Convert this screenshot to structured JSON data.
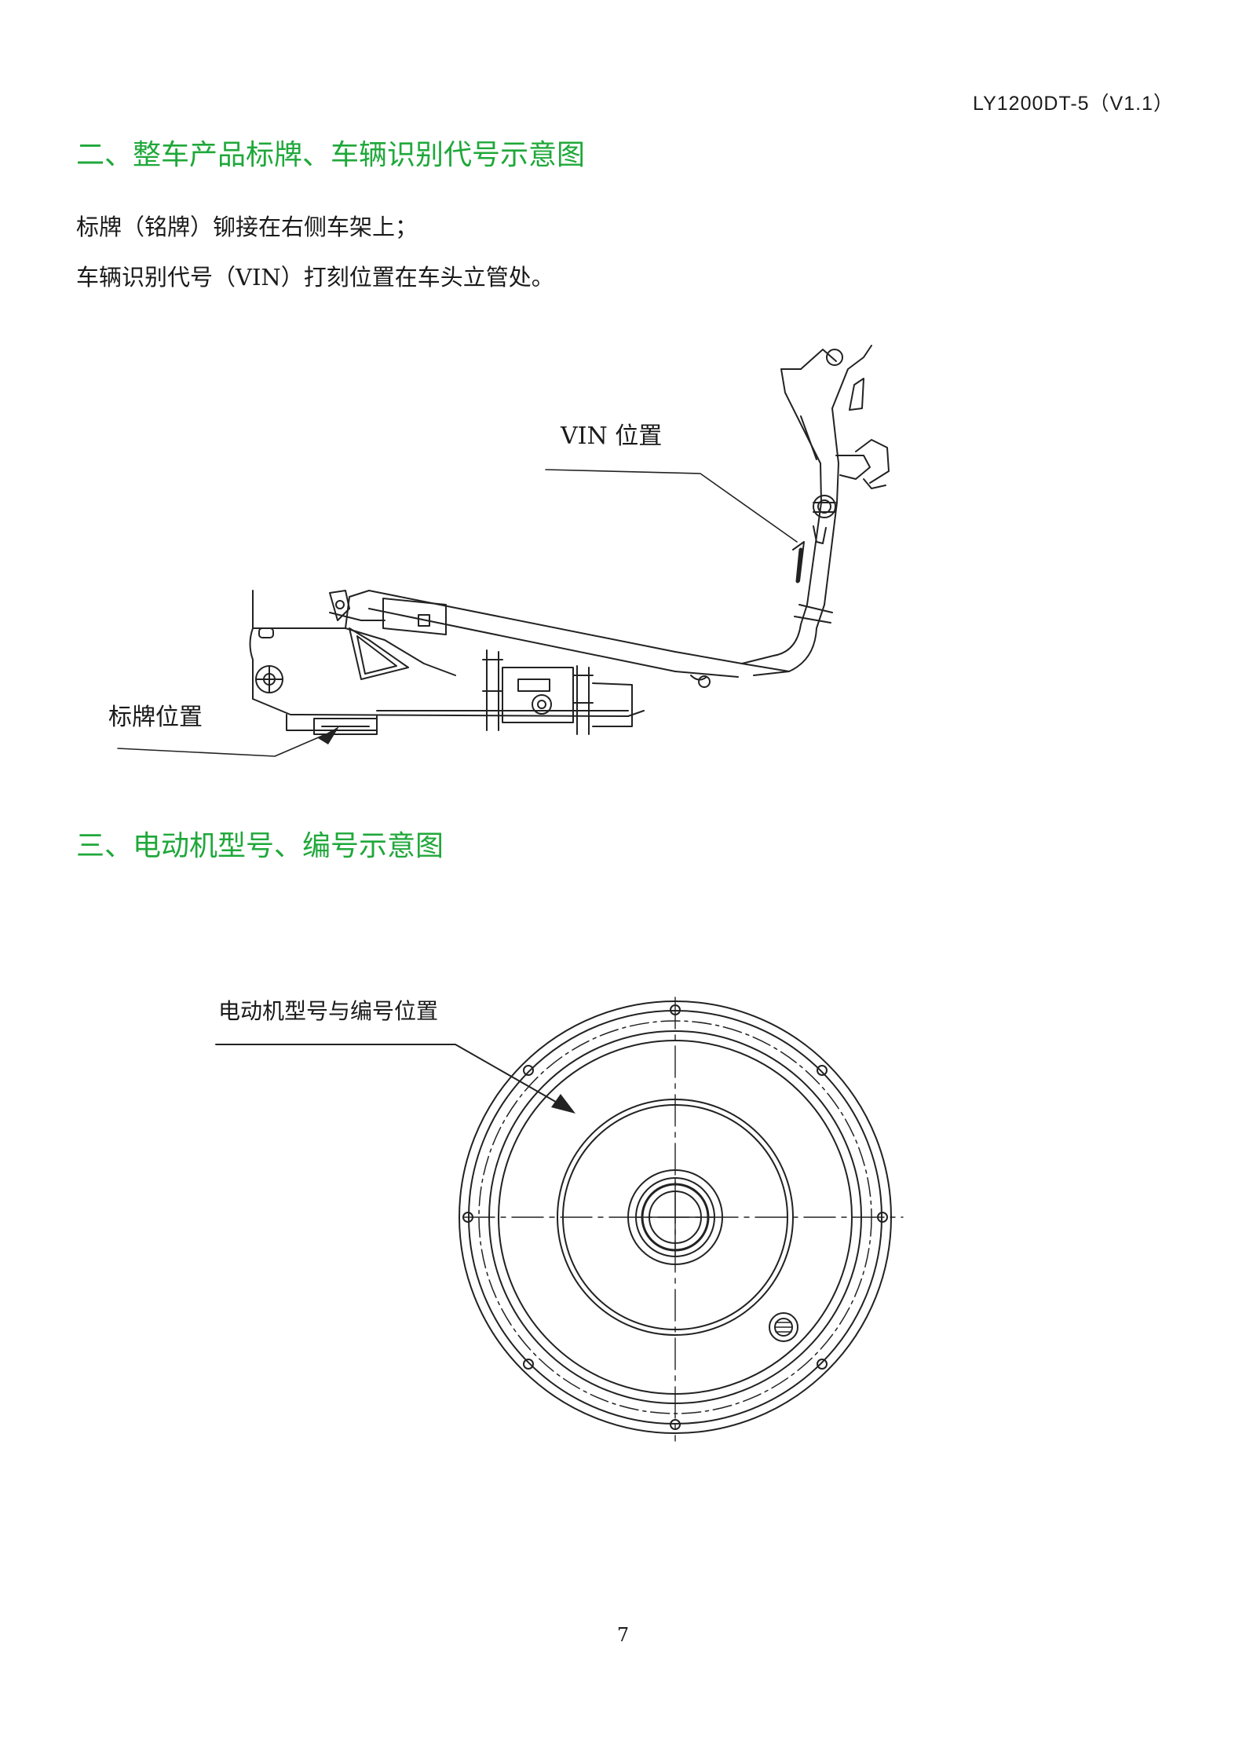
{
  "header": {
    "doc_code": "LY1200DT-5（V1.1）"
  },
  "section2": {
    "title": "二、整车产品标牌、车辆识别代号示意图",
    "lines": [
      "标牌（铭牌）铆接在右侧车架上；",
      "车辆识别代号（VIN）打刻位置在车头立管处。"
    ],
    "vin_label": "VIN 位置",
    "plate_label": "标牌位置"
  },
  "section3": {
    "title": "三、电动机型号、编号示意图",
    "motor_label": "电动机型号与编号位置"
  },
  "footer": {
    "page_number": "7"
  },
  "colors": {
    "heading": "#1fa83a",
    "text": "#1a1a1a",
    "drawing": "#222222"
  }
}
